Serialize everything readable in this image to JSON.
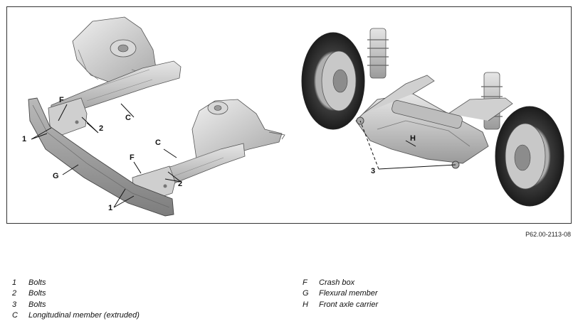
{
  "reference_code": "P62.00-2113-08",
  "callouts": {
    "bolts_1": "1",
    "bolts_2": "2",
    "bolts_3": "3",
    "longitudinal": "C",
    "crash_box": "F",
    "flexural": "G",
    "axle_carrier": "H"
  },
  "legend_left": [
    {
      "key": "1",
      "text": "Bolts"
    },
    {
      "key": "2",
      "text": "Bolts"
    },
    {
      "key": "3",
      "text": "Bolts"
    },
    {
      "key": "C",
      "text": "Longitudinal member (extruded)"
    }
  ],
  "legend_right": [
    {
      "key": "F",
      "text": "Crash box"
    },
    {
      "key": "G",
      "text": "Flexural member"
    },
    {
      "key": "H",
      "text": "Front axle carrier"
    }
  ]
}
